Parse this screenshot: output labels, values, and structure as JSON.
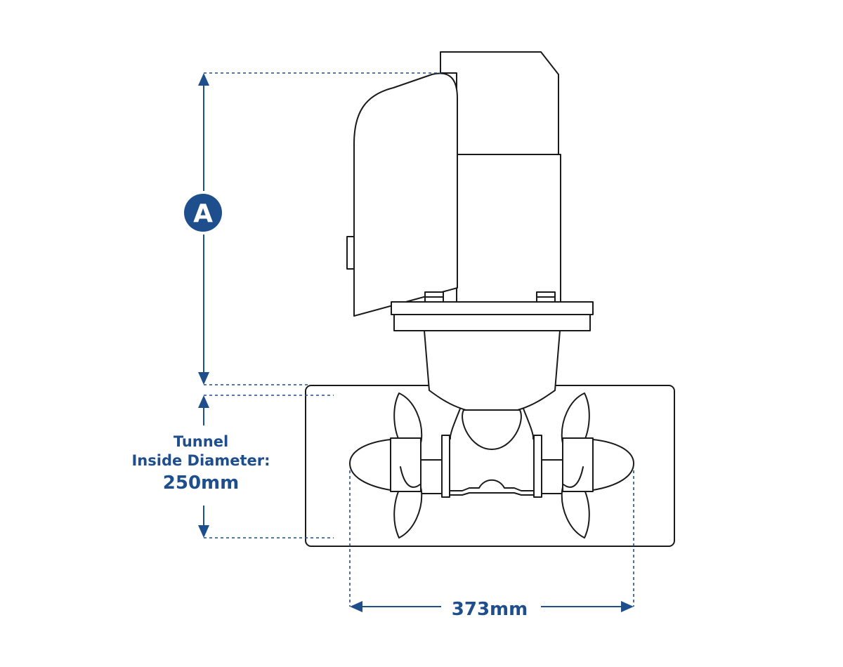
{
  "diagram": {
    "badge_letter": "A",
    "tunnel_label_line1": "Tunnel",
    "tunnel_label_line2": "Inside Diameter:",
    "tunnel_label_value": "250mm",
    "width_label": "373mm"
  },
  "colors": {
    "accent": "#1f4e8c",
    "outline": "#1a1a1a",
    "background": "#ffffff"
  }
}
